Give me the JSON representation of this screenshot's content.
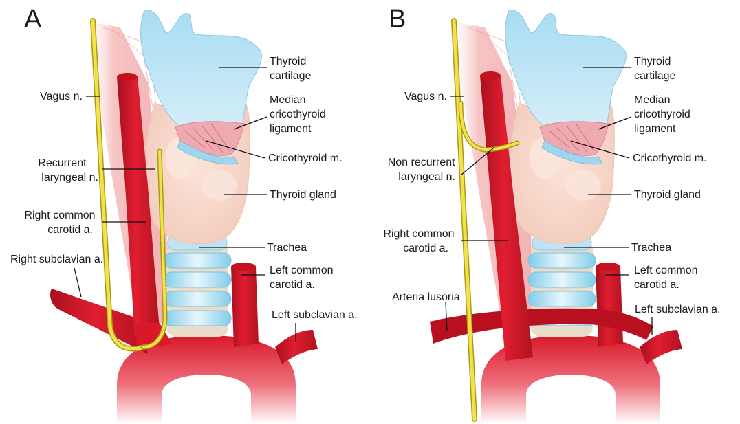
{
  "panel_a": {
    "letter": "A",
    "labels": {
      "thyroid_cartilage": [
        "Thyroid",
        "cartilage"
      ],
      "median_cricothyroid_ligament": [
        "Median",
        "cricothyroid",
        "ligament"
      ],
      "cricothyroid_muscle": [
        "Cricothyroid m."
      ],
      "thyroid_gland": [
        "Thyroid gland"
      ],
      "trachea": [
        "Trachea"
      ],
      "left_common_carotid": [
        "Left common",
        "carotid a."
      ],
      "left_subclavian": [
        "Left subclavian a."
      ],
      "vagus": [
        "Vagus n."
      ],
      "recurrent_laryngeal": [
        "Recurrent",
        "laryngeal n."
      ],
      "right_common_carotid": [
        "Right common",
        "carotid a."
      ],
      "right_subclavian": [
        "Right subclavian a."
      ]
    }
  },
  "panel_b": {
    "letter": "B",
    "labels": {
      "thyroid_cartilage": [
        "Thyroid",
        "cartilage"
      ],
      "median_cricothyroid_ligament": [
        "Median",
        "cricothyroid",
        "ligament"
      ],
      "cricothyroid_muscle": [
        "Cricothyroid m."
      ],
      "thyroid_gland": [
        "Thyroid gland"
      ],
      "trachea": [
        "Trachea"
      ],
      "left_common_carotid": [
        "Left common",
        "carotid a."
      ],
      "left_subclavian": [
        "Left subclavian a."
      ],
      "vagus": [
        "Vagus n."
      ],
      "non_recurrent_laryngeal": [
        "Non recurrent",
        "laryngeal n."
      ],
      "right_common_carotid": [
        "Right common",
        "carotid a."
      ],
      "arteria_lusoria": [
        "Arteria lusoria"
      ]
    }
  },
  "colors": {
    "artery": "#d9182a",
    "artery_dark": "#a8101e",
    "nerve": "#f2e24a",
    "nerve_edge": "#a89a18",
    "cartilage": "#bfe3f3",
    "thyroid_gland": "#f6d6c8",
    "muscle": "#e8a0a8",
    "trachea_ring": "#aee0f3"
  }
}
